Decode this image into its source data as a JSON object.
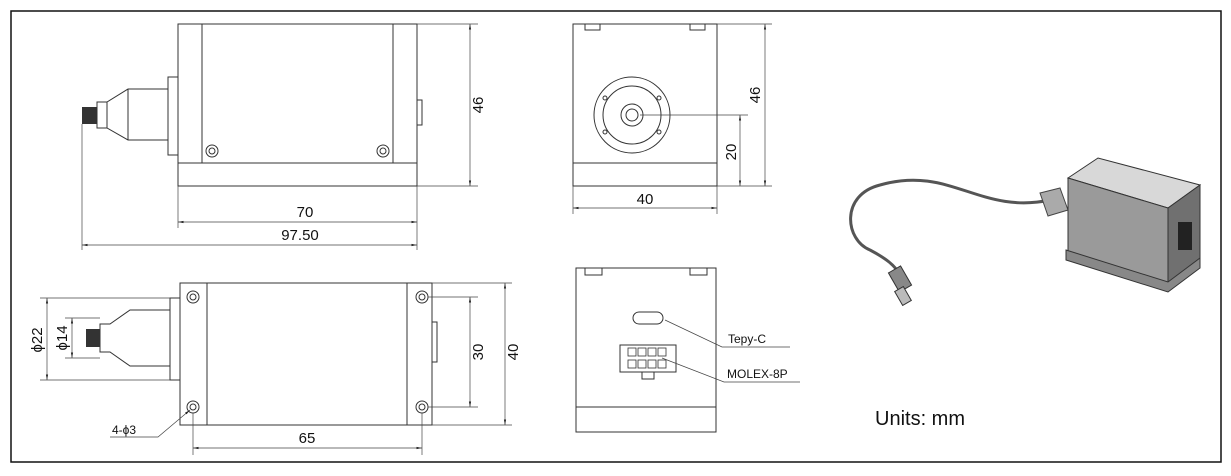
{
  "side_view": {
    "height": "46",
    "body_length": "70",
    "overall_length": "97.50"
  },
  "front_view": {
    "height": "46",
    "center_height": "20",
    "width": "40"
  },
  "top_view": {
    "outer_diameter": "ϕ22",
    "inner_diameter": "ϕ14",
    "hole_spacing_v": "30",
    "width": "40",
    "hole_spacing_h": "65",
    "holes": "4-ϕ3"
  },
  "rear_view": {
    "connector_1": "Tepy-C",
    "connector_2": "MOLEX-8P"
  },
  "units_note": "Units: mm"
}
